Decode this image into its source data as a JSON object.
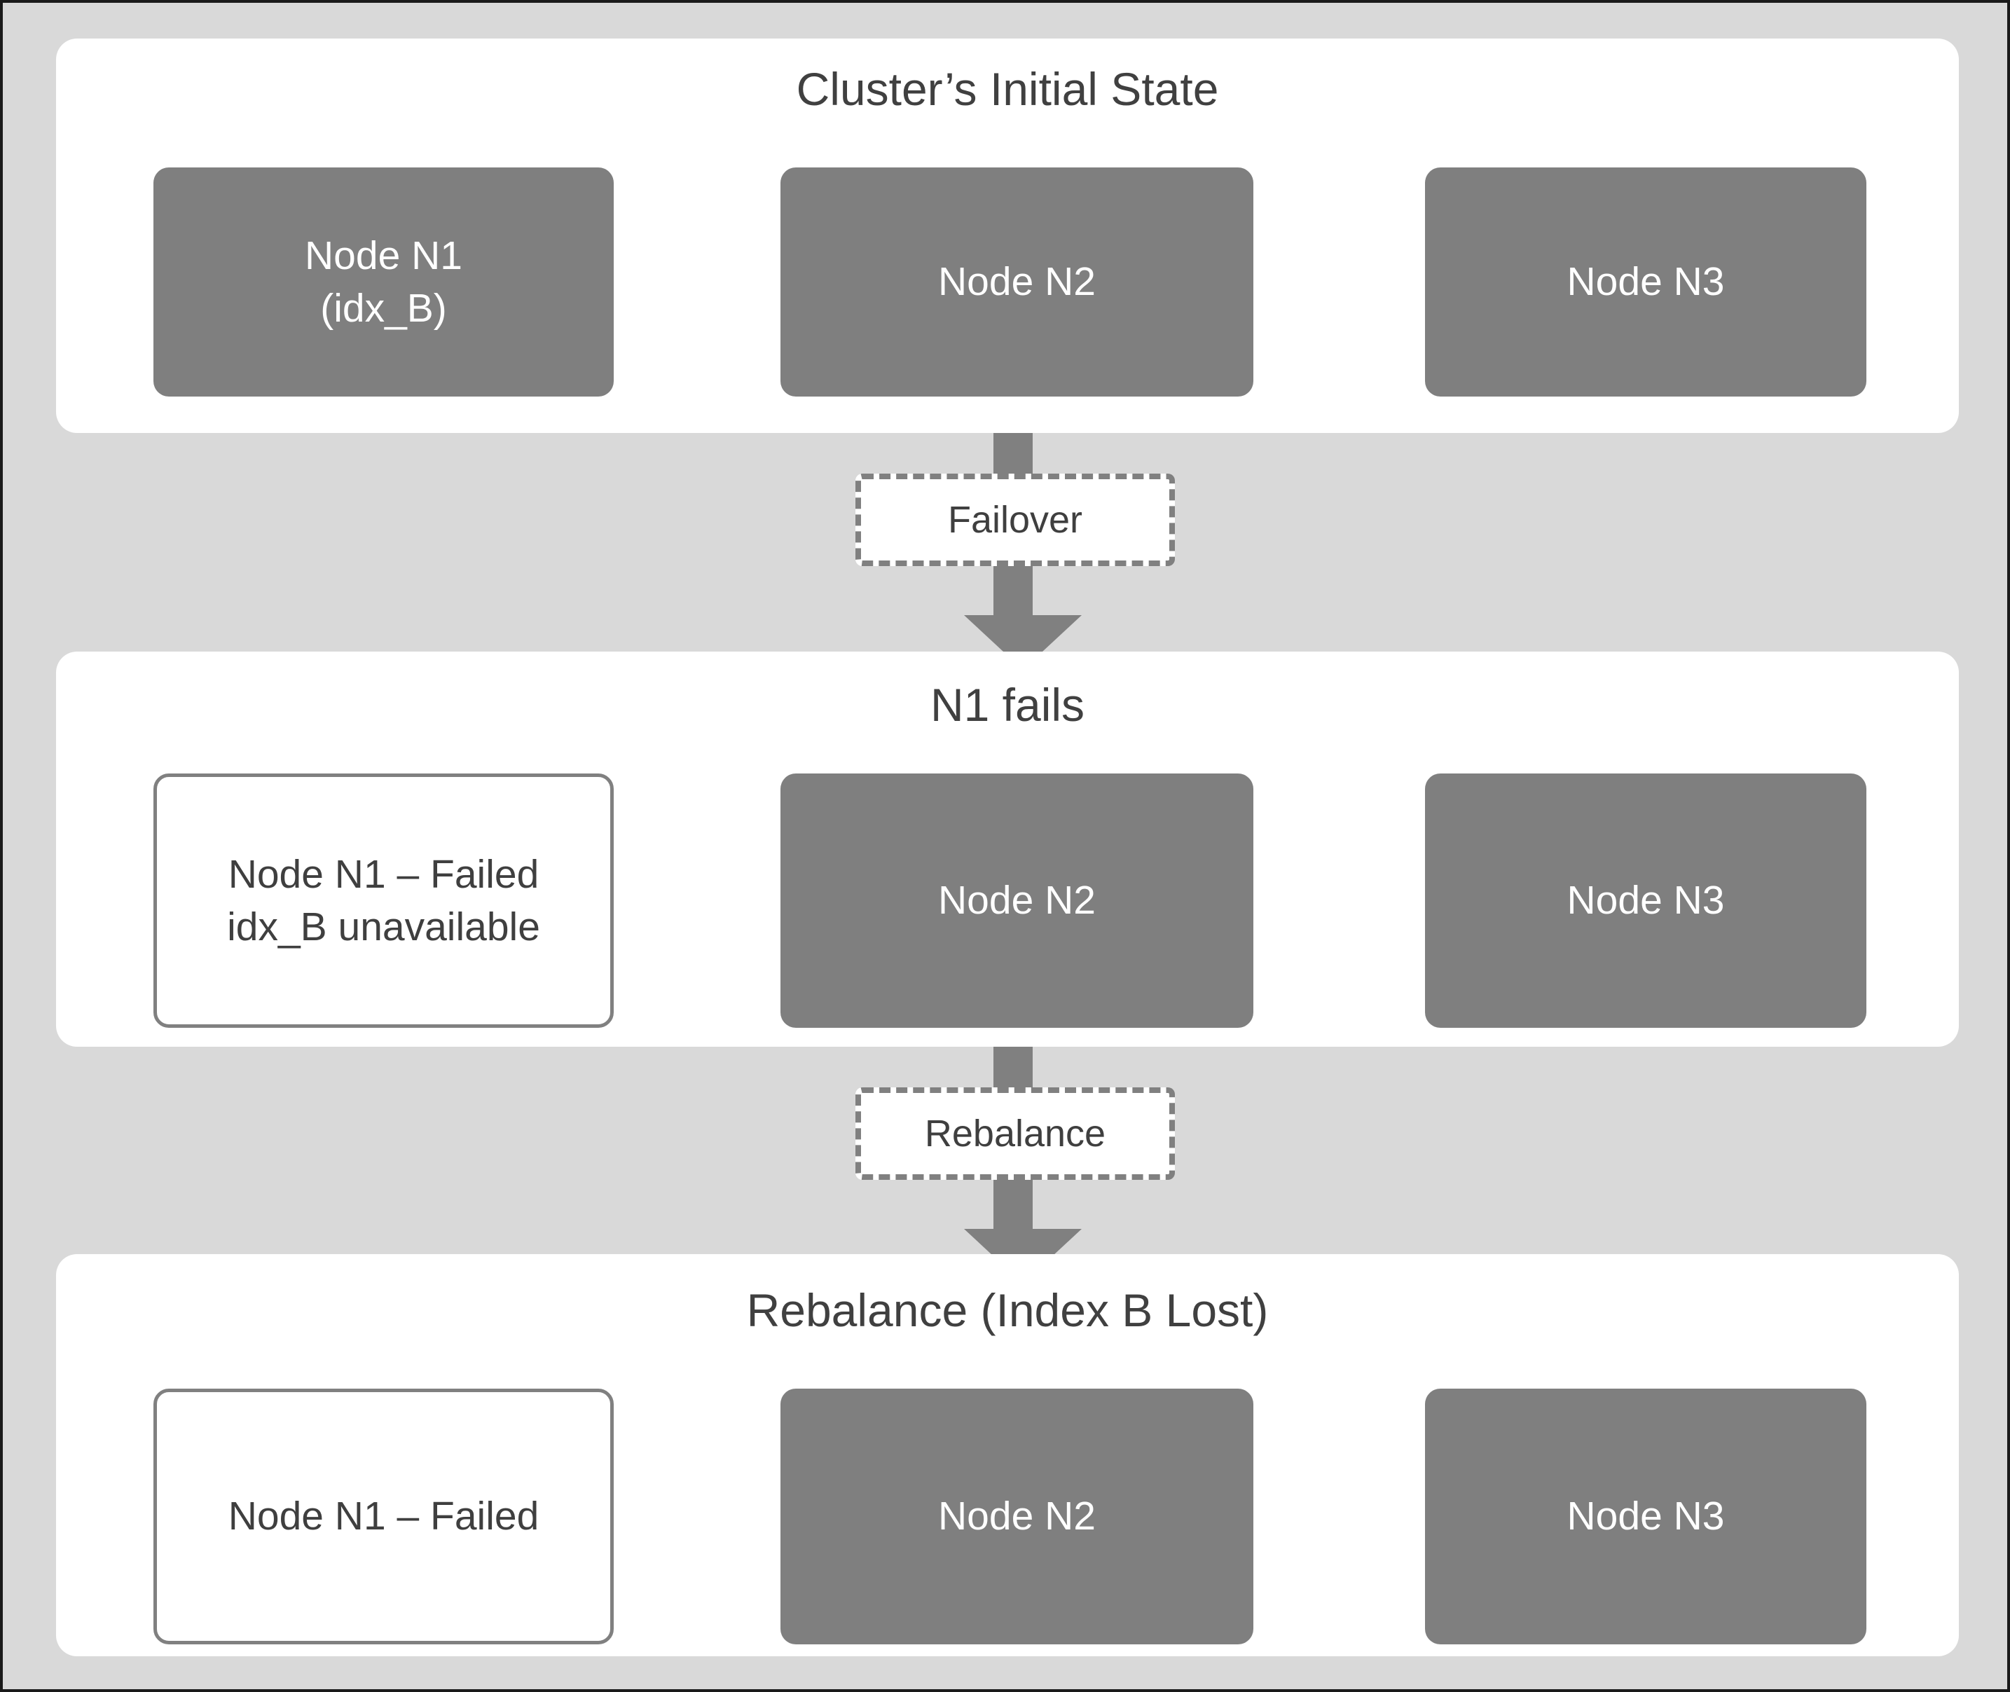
{
  "diagram": {
    "background_color": "#d9d9d9",
    "panel_color": "#ffffff",
    "node_active_color": "#7f7f7f",
    "node_failed_color": "#ffffff",
    "accent_color": "#808080",
    "text_color": "#404040",
    "panels": [
      {
        "title": "Cluster’s Initial State",
        "nodes": [
          {
            "line1": "Node N1",
            "line2": "(idx_B)",
            "state": "active"
          },
          {
            "line1": "Node N2",
            "line2": "",
            "state": "active"
          },
          {
            "line1": "Node N3",
            "line2": "",
            "state": "active"
          }
        ]
      },
      {
        "title": "N1 fails",
        "nodes": [
          {
            "line1": "Node N1 – Failed",
            "line2": "idx_B unavailable",
            "state": "failed"
          },
          {
            "line1": "Node N2",
            "line2": "",
            "state": "active"
          },
          {
            "line1": "Node N3",
            "line2": "",
            "state": "active"
          }
        ]
      },
      {
        "title": "Rebalance (Index B Lost)",
        "nodes": [
          {
            "line1": "Node N1 – Failed",
            "line2": "",
            "state": "failed"
          },
          {
            "line1": "Node N2",
            "line2": "",
            "state": "active"
          },
          {
            "line1": "Node N3",
            "line2": "",
            "state": "active"
          }
        ]
      }
    ],
    "connectors": [
      {
        "label": "Failover"
      },
      {
        "label": "Rebalance"
      }
    ]
  }
}
